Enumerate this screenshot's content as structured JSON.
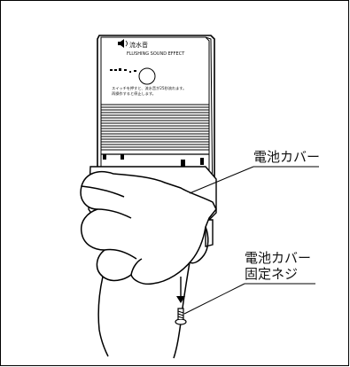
{
  "device": {
    "brand_text": "流水音",
    "subtitle_text": "FLUSHING SOUND EFFECT",
    "instruction_line1": "スイッチを押すと、流水音が25秒流れます。",
    "instruction_line2": "再操作すると停止します。"
  },
  "callouts": {
    "battery_cover": "電池カバー",
    "fixing_screw_line1": "電池カバー",
    "fixing_screw_line2": "固定ネジ"
  }
}
